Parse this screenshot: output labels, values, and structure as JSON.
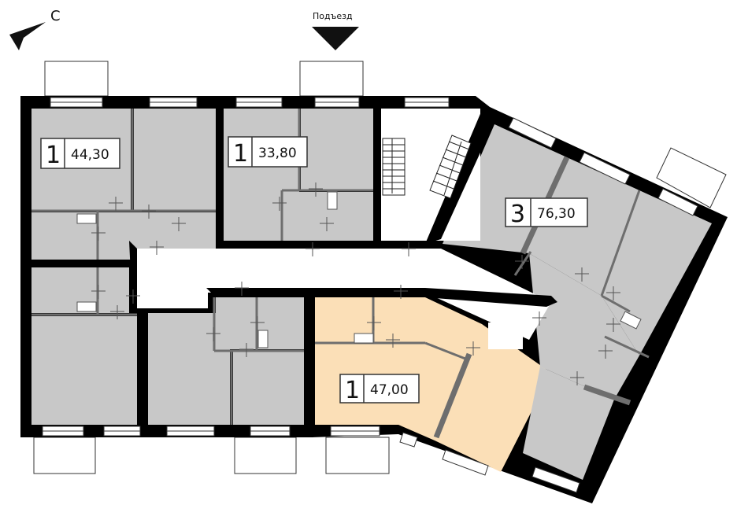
{
  "compass": {
    "letter": "С",
    "icon": "north-arrow-icon"
  },
  "entrance": {
    "label": "Подъезд",
    "icon": "entrance-arrow-icon"
  },
  "apartments": [
    {
      "rooms": "1",
      "area": "44,30",
      "highlighted": false
    },
    {
      "rooms": "1",
      "area": "33,80",
      "highlighted": false
    },
    {
      "rooms": "3",
      "area": "76,30",
      "highlighted": false
    },
    {
      "rooms": "1",
      "area": "47,00",
      "highlighted": true
    }
  ],
  "colors": {
    "wall": "#000000",
    "room": "#c8c8c8",
    "highlight": "#fbdfb7",
    "corridor": "#ffffff",
    "partition": "#6e6e6e"
  }
}
